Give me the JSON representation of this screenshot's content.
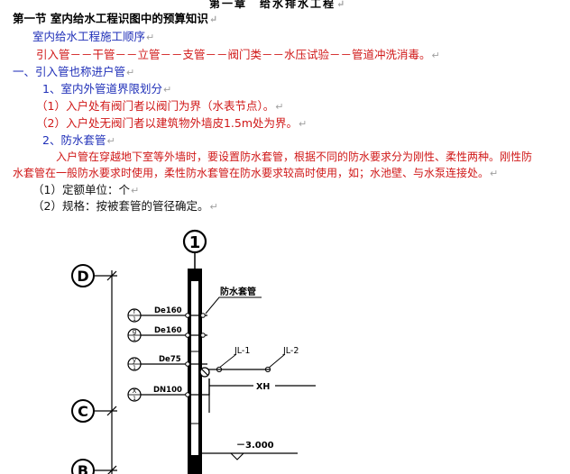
{
  "chapter_title": "第一章　给水排水工程",
  "section_title": "第一节 室内给水工程识图中的预算知识",
  "sequence_heading": "室内给水工程施工顺序",
  "sequence_flow": "引入管－－干管－－立管－－支管－－阀门类－－水压试验－－管道冲洗消毒。",
  "part1_heading": "一、引入管也称进户管",
  "item1_heading": "1、室内外管道界限划分",
  "item1_rule1": "（1）入户处有阀门者以阀门为界（水表节点）。",
  "item1_rule2": "（2）入户处无阀门者以建筑物外墙皮1.5m处为界。",
  "item2_heading": "2、防水套管",
  "item2_para_line1": "入户管在穿越地下室等外墙时，要设置防水套管，根据不同的防水要求分为刚性、柔性两种。刚性防",
  "item2_para_line2": "水套管在一般防水要求时使用，柔性防水套管在防水要求较高时使用，如；水池壁、与水泵连接处。",
  "item2_unit": "（1）定额单位：个",
  "item2_spec": "（2）规格：按被套管的管径确定。",
  "paragraph_mark": "↵",
  "diagram": {
    "axis_top": "1",
    "axis_D": "D",
    "axis_C": "C",
    "axis_B": "B",
    "sleeve_label": "防水套管",
    "pipe1_label": "De160",
    "pipe1_tag_top": "f",
    "pipe1_tag_bottom": "1",
    "pipe2_label": "De160",
    "pipe2_tag_top": "g",
    "pipe2_tag_bottom": "1",
    "pipe3_label": "De75",
    "pipe3_tag_top": "y",
    "pipe3_tag_bottom": "1",
    "pipe4_label": "DN100",
    "pipe4_tag_top": "X",
    "pipe4_tag_bottom": "1",
    "riser1_label": "JL-1",
    "riser2_label": "JL-2",
    "xh_label": "XH",
    "elevation_label": "－3.000"
  }
}
